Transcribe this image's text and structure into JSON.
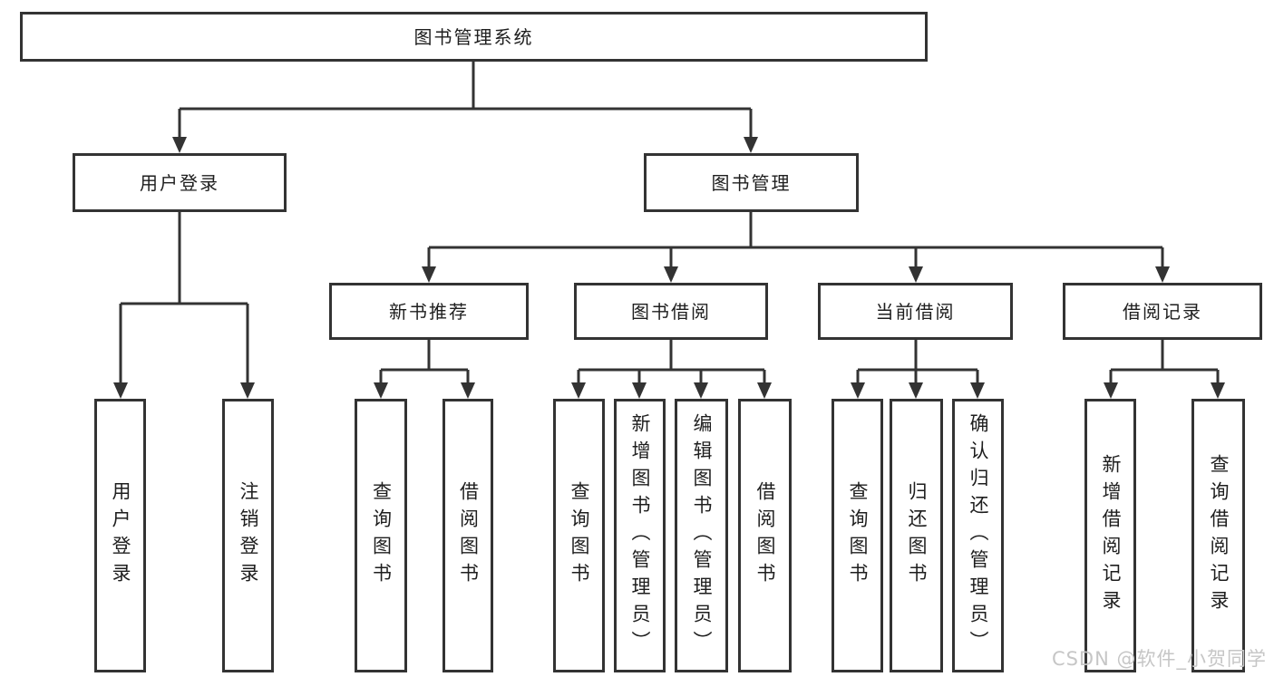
{
  "diagram_title": "图书管理系统",
  "colors": {
    "line": "#333333",
    "box_border": "#333333",
    "text": "#1e1e1e",
    "background": "#ffffff",
    "watermark": "#c6c6c6"
  },
  "watermark": {
    "text": "CSDN @软件_小贺同学"
  },
  "tree": {
    "label": "图书管理系统",
    "children": [
      {
        "label": "用户登录",
        "children": [
          {
            "label": "用户登录"
          },
          {
            "label": "注销登录"
          }
        ]
      },
      {
        "label": "图书管理",
        "children": [
          {
            "label": "新书推荐",
            "children": [
              {
                "label": "查询图书"
              },
              {
                "label": "借阅图书"
              }
            ]
          },
          {
            "label": "图书借阅",
            "children": [
              {
                "label": "查询图书"
              },
              {
                "label": "新增图书（管理员）"
              },
              {
                "label": "编辑图书（管理员）"
              },
              {
                "label": "借阅图书"
              }
            ]
          },
          {
            "label": "当前借阅",
            "children": [
              {
                "label": "查询图书"
              },
              {
                "label": "归还图书"
              },
              {
                "label": "确认归还（管理员）"
              }
            ]
          },
          {
            "label": "借阅记录",
            "children": [
              {
                "label": "新增借阅记录"
              },
              {
                "label": "查询借阅记录"
              }
            ]
          }
        ]
      }
    ]
  }
}
